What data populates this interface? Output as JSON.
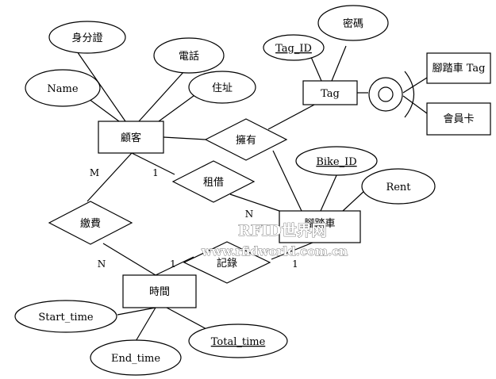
{
  "entities": {
    "customer": "顧客",
    "tag": "Tag",
    "bike": "腳踏車",
    "time": "時間",
    "bike_tag": "腳踏車 Tag",
    "member_card": "會員卡"
  },
  "relationships": {
    "own": "擁有",
    "rent": "租借",
    "pay": "繳費",
    "record": "記錄"
  },
  "attributes": {
    "id_number": "身分證",
    "phone": "電話",
    "name": "Name",
    "address": "住址",
    "tag_id": "Tag_ID",
    "password": "密碼",
    "bike_id": "Bike_ID",
    "rent": "Rent",
    "start_time": "Start_time",
    "end_time": "End_time",
    "total_time": "Total_time"
  },
  "cardinalities": {
    "customer_pay": "M",
    "customer_rent": "1",
    "rent_bike": "N",
    "pay_time": "N",
    "time_record": "1",
    "record_bike": "1"
  },
  "watermark": {
    "line1": "RFID世界网",
    "line2": "www.rfidworld.com.cn"
  }
}
